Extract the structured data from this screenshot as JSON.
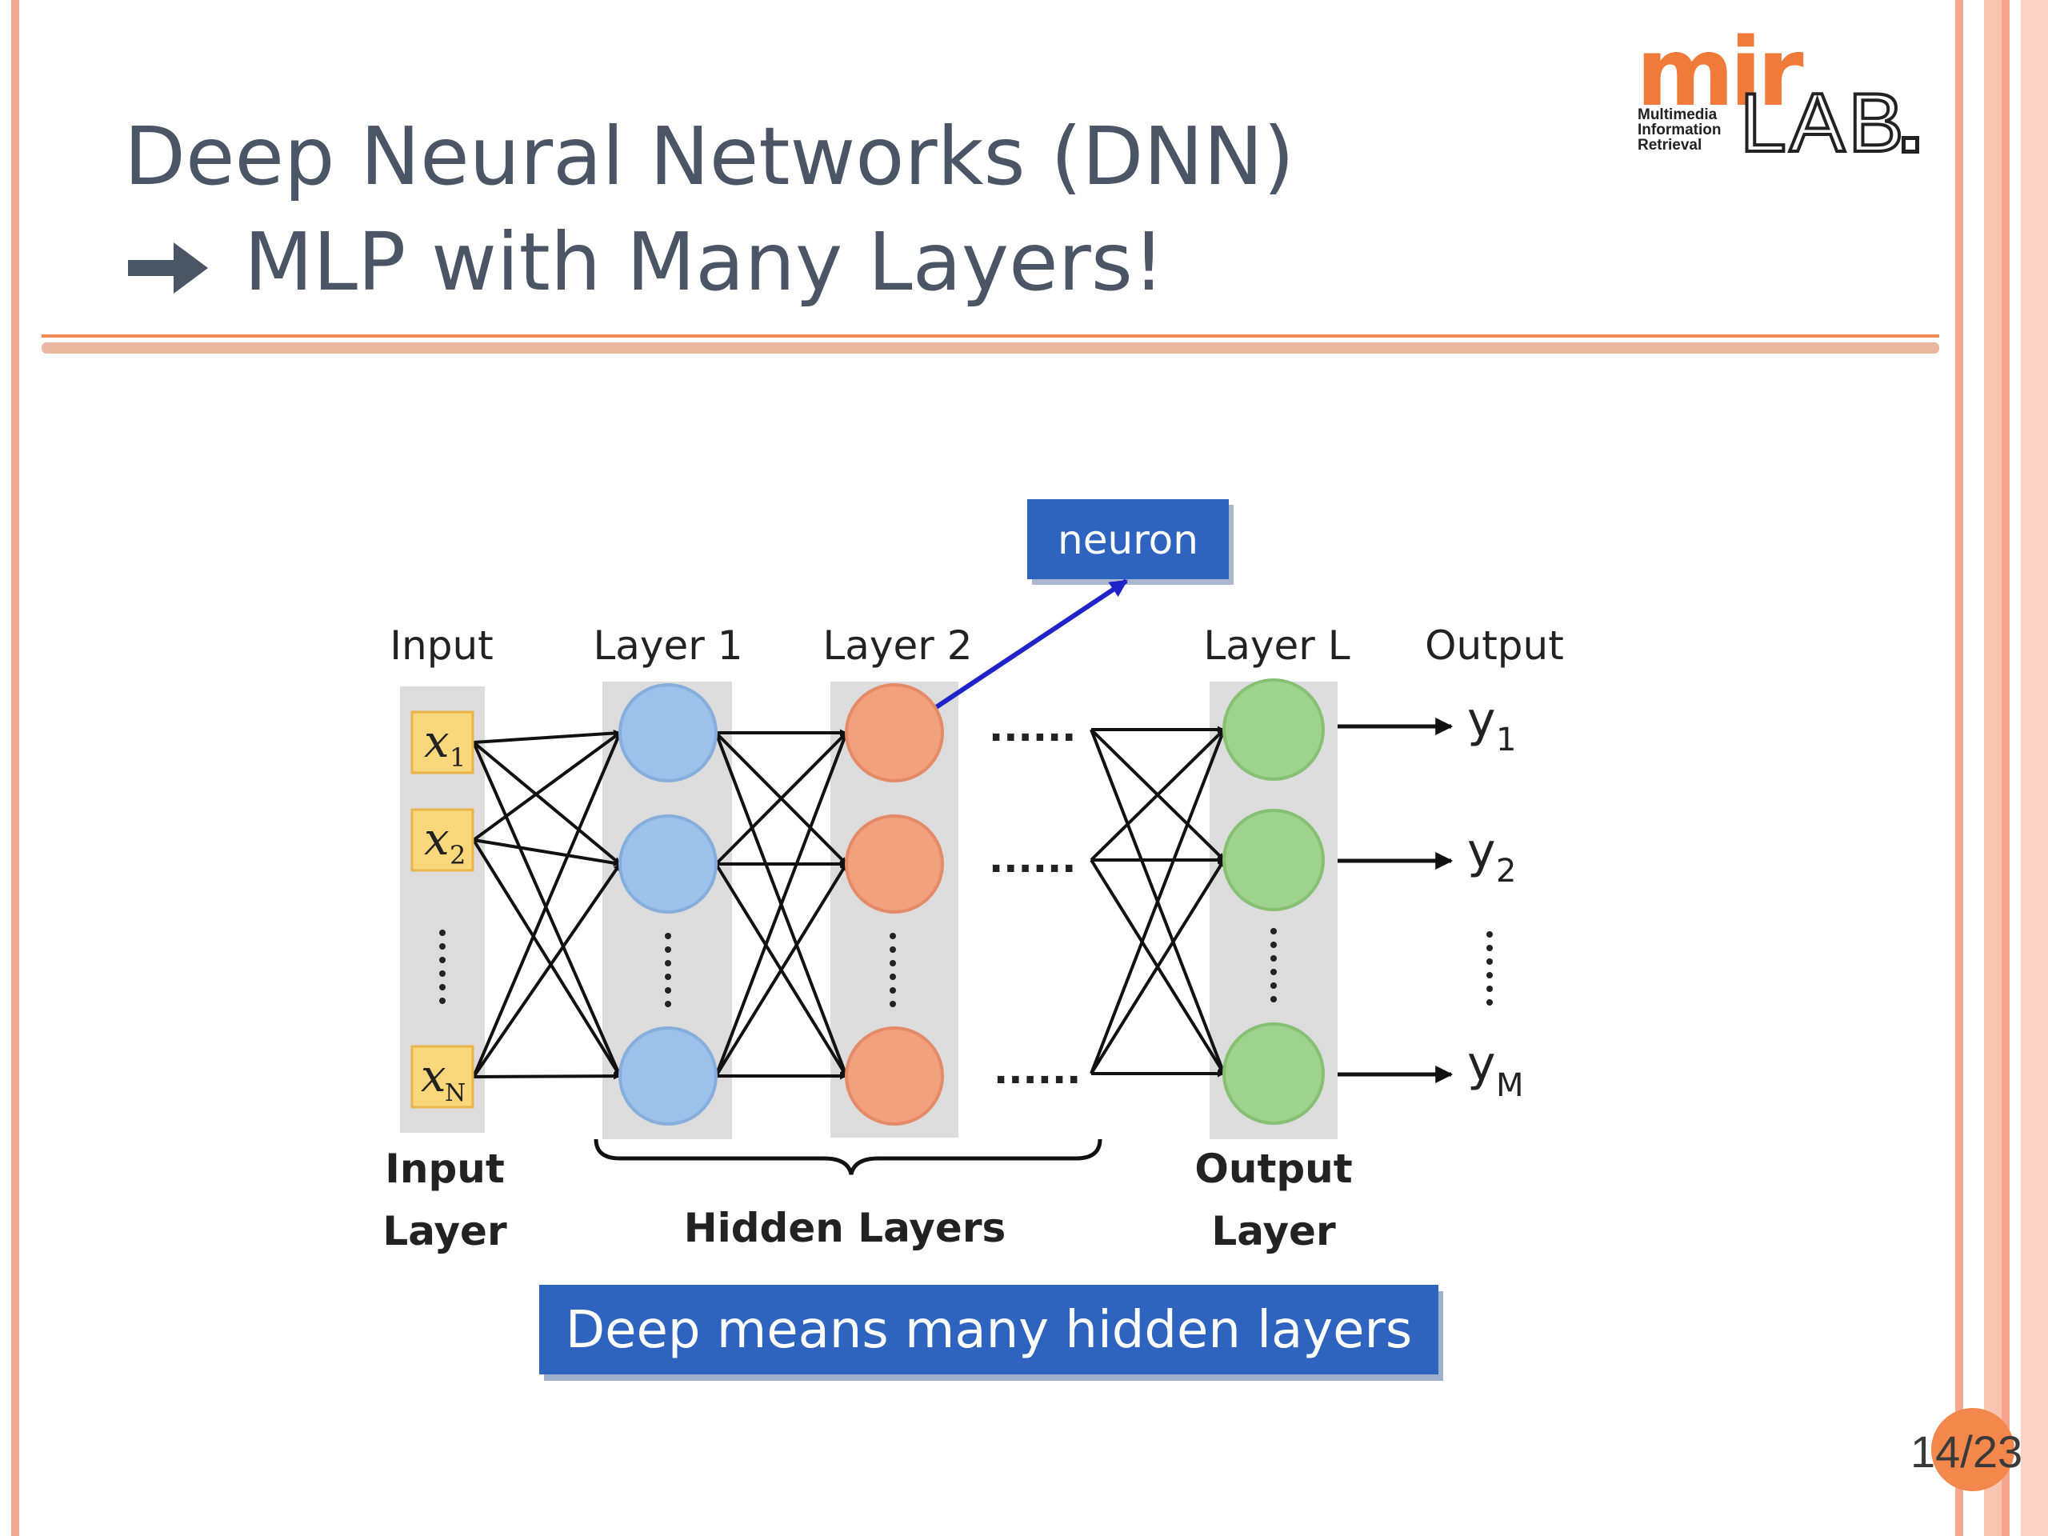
{
  "slide": {
    "title_line1": "Deep Neural Networks (DNN)",
    "title_line2": "MLP with Many Layers!",
    "arrow_icon": "heavy-right-arrow-icon",
    "page": "14/23"
  },
  "logo": {
    "mark": "mir",
    "lab": "LAB",
    "lines": [
      "Multimedia",
      "Information",
      "Retrieval"
    ]
  },
  "diagram": {
    "callout": "neuron",
    "column_headers": {
      "input": "Input",
      "layer1": "Layer 1",
      "layer2": "Layer 2",
      "layerL": "Layer L",
      "output": "Output"
    },
    "inputs": [
      {
        "base": "x",
        "sub": "1"
      },
      {
        "base": "x",
        "sub": "2"
      },
      {
        "base": "x",
        "sub": "N"
      }
    ],
    "outputs": [
      {
        "base": "y",
        "sub": "1"
      },
      {
        "base": "y",
        "sub": "2"
      },
      {
        "base": "y",
        "sub": "M"
      }
    ],
    "ellipsis": "......",
    "bottom_labels": {
      "input_line1": "Input",
      "input_line2": "Layer",
      "hidden": "Hidden Layers",
      "output_line1": "Output",
      "output_line2": "Layer"
    },
    "banner": "Deep means many hidden layers",
    "colors": {
      "input_node": "#f9d77a",
      "layer1_node": "#9cc1ea",
      "layer2_node": "#f3a07e",
      "output_node": "#9fd28c",
      "column_bg": "#dcdcdc",
      "callout_bg": "#2e64c0",
      "pointer": "#1f23c8"
    }
  }
}
